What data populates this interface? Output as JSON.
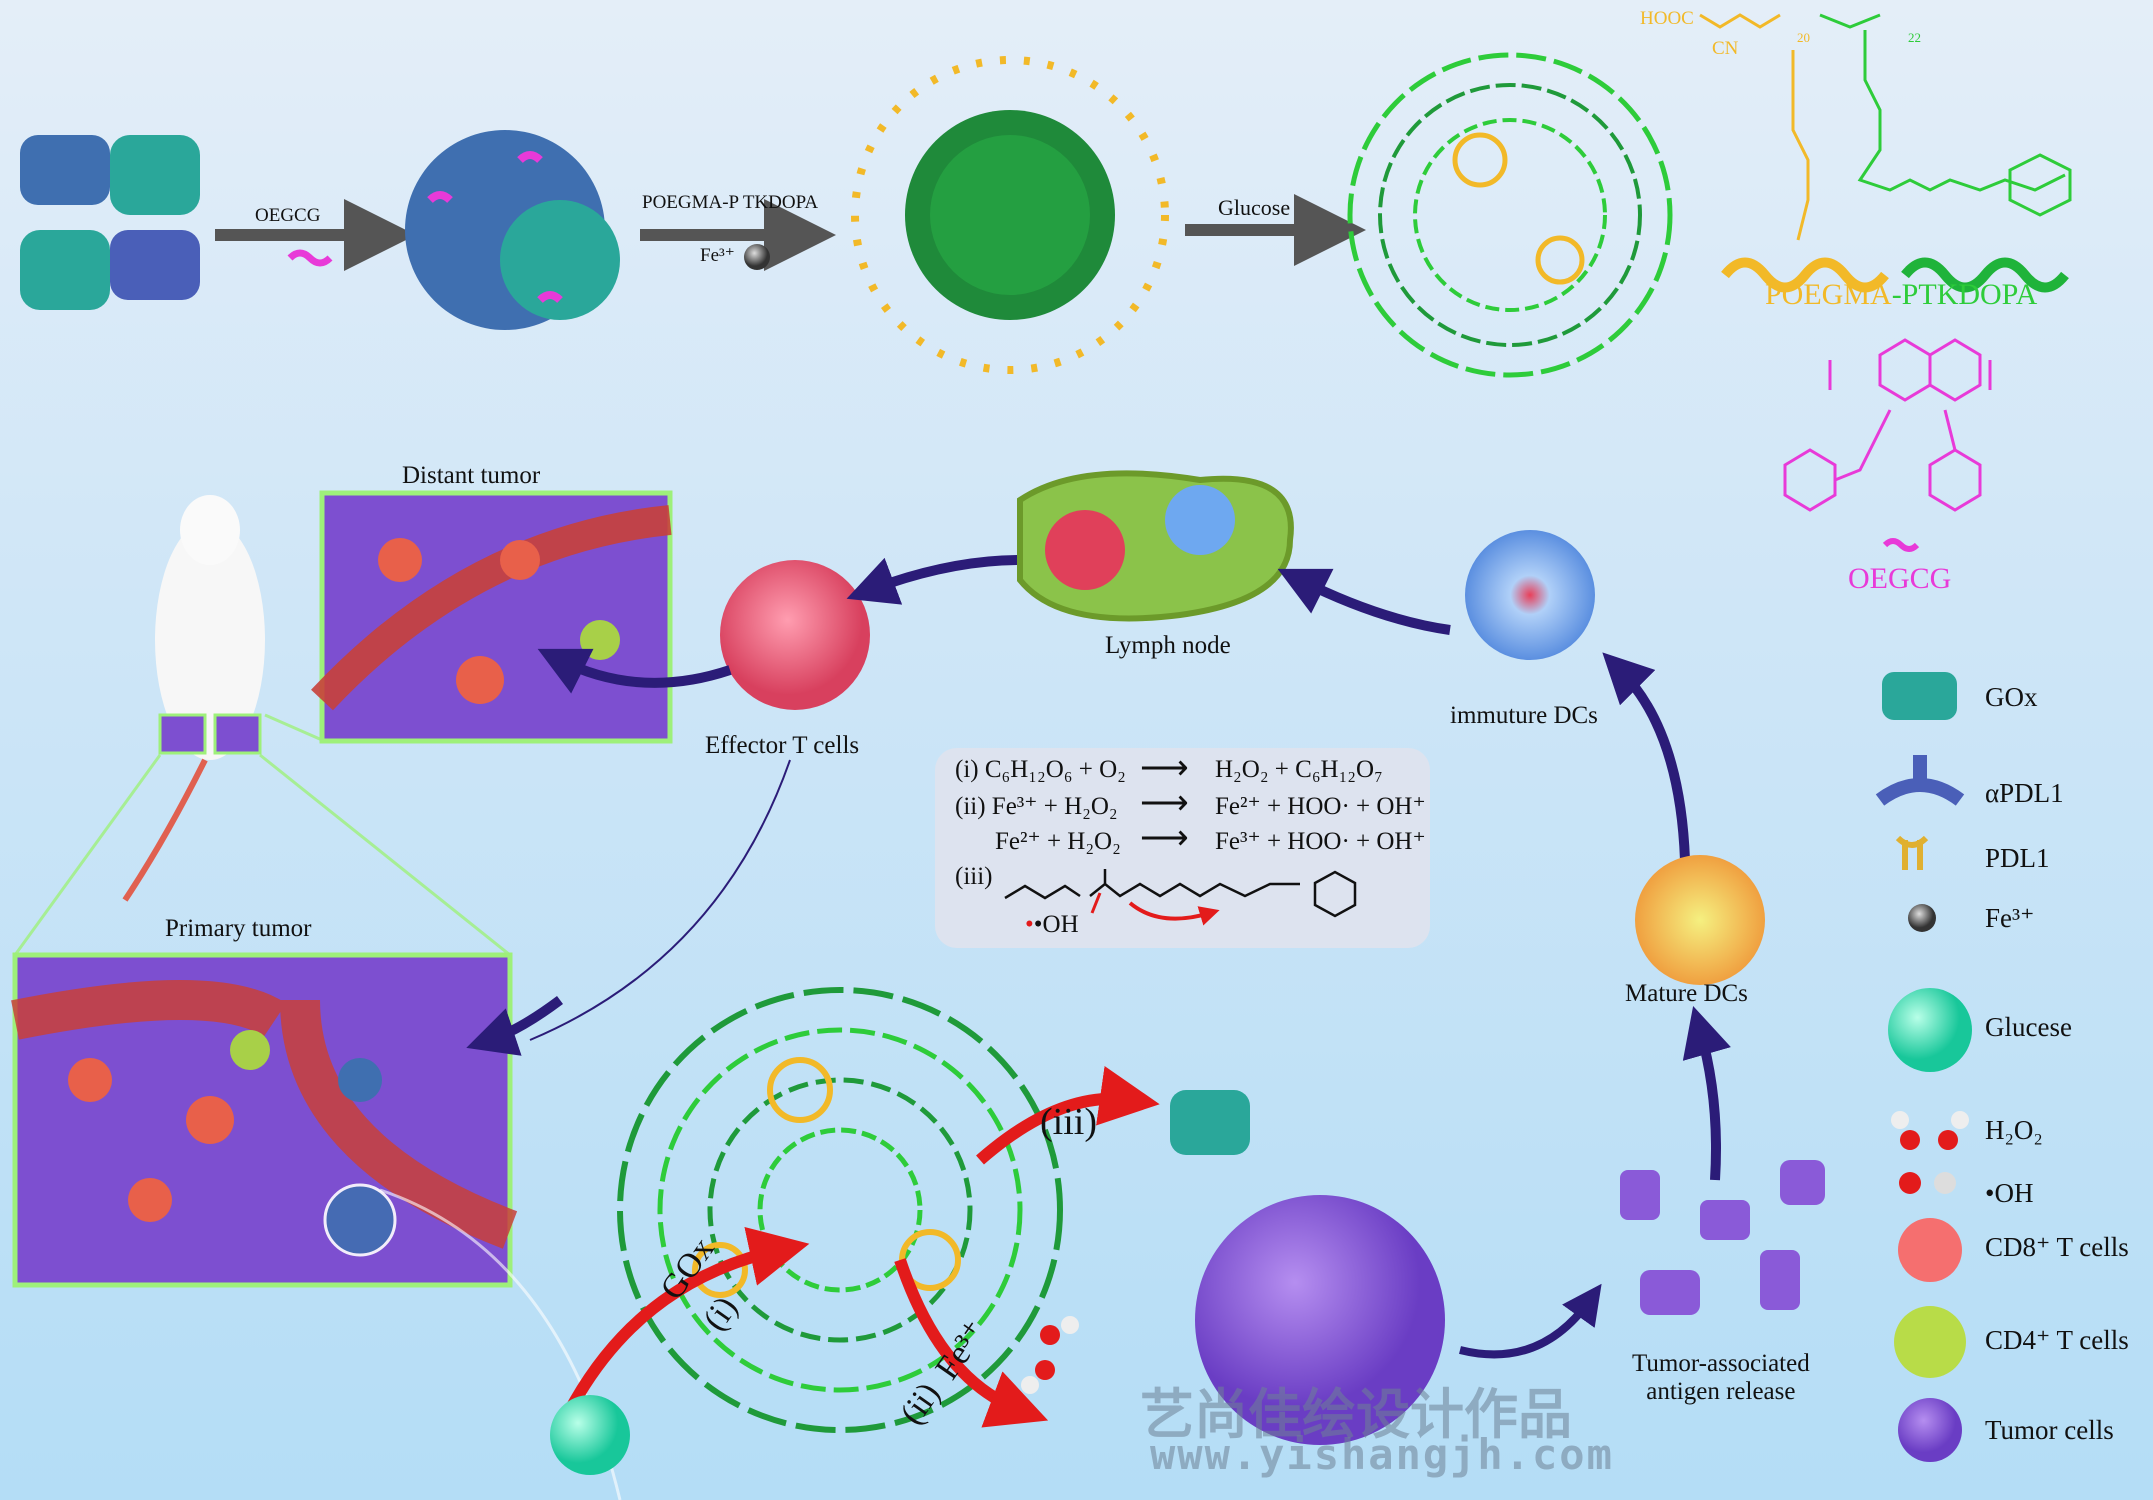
{
  "synthesis": {
    "step1_label": "OEGCG",
    "step2_label": "POEGMA-P TKDOPA",
    "step2_reagent": "Fe³⁺",
    "step3_label": "Glucose"
  },
  "polymer": {
    "end_group": "HOOC",
    "cn": "CN",
    "sub_n": "20",
    "sub_m": "22",
    "name_part1": "POEGMA",
    "name_part2": "-PTKDOPA"
  },
  "oegcg": {
    "label": "OEGCG"
  },
  "labels": {
    "distant_tumor": "Distant tumor",
    "primary_tumor": "Primary tumor",
    "effector_t_cells": "Effector T cells",
    "lymph_node": "Lymph node",
    "immature_dcs": "immuture DCs",
    "mature_dcs": "Mature DCs",
    "antigen_release_1": "Tumor-associated",
    "antigen_release_2": "antigen release",
    "reaction_iii": "(iii)",
    "reaction_i_enzyme": "GOx",
    "reaction_i": "(i)",
    "reaction_ii_ion": "Fe³⁺",
    "reaction_ii": "(ii)"
  },
  "equations": {
    "i_left": "(i) C₆H₁₂O₆ + O₂",
    "i_right": "H₂O₂ + C₆H₁₂O₇",
    "ii_left": "(ii) Fe³⁺ + H₂O₂",
    "ii_right": "Fe²⁺ + HOO· + OH⁺",
    "ii2_left": "Fe²⁺ + H₂O₂",
    "ii2_right": "Fe³⁺ + HOO· + OH⁺",
    "iii_label": "(iii)",
    "iii_radical": "•OH"
  },
  "legend": [
    {
      "icon": "gox-icon",
      "label": "GOx"
    },
    {
      "icon": "antibody-icon",
      "label": "αPDL1"
    },
    {
      "icon": "pdl1-icon",
      "label": "PDL1"
    },
    {
      "icon": "iron-ion-icon",
      "label": "Fe³⁺"
    },
    {
      "icon": "glucose-icon",
      "label": "Glucese"
    },
    {
      "icon": "h2o2-icon",
      "label": "H₂O₂"
    },
    {
      "icon": "hydroxyl-radical-icon",
      "label": "•OH"
    },
    {
      "icon": "cd8-cell-icon",
      "label": "CD8⁺ T cells"
    },
    {
      "icon": "cd4-cell-icon",
      "label": "CD4⁺ T cells"
    },
    {
      "icon": "tumor-cell-icon",
      "label": "Tumor cells"
    }
  ],
  "watermark": {
    "cn": "艺尚佳绘设计作品",
    "url": "www.yishangjh.com"
  },
  "colors": {
    "poegma": "#f2b928",
    "ptkdopa": "#2ecc3a",
    "oegcg": "#e83ad8",
    "arrow_dark": "#2b1c78",
    "arrow_red": "#e31b1b",
    "tumor": "#8a5ad8"
  }
}
